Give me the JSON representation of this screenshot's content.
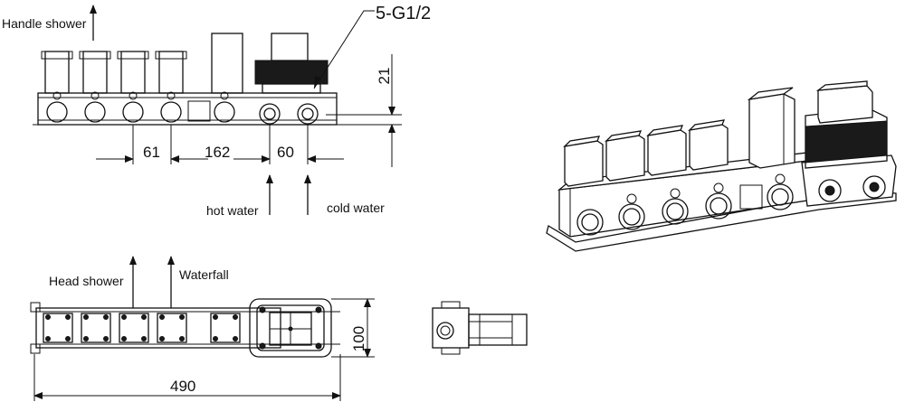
{
  "labels": {
    "handle_shower": "Handle shower",
    "connection": "5-G1/2",
    "hot_water": "hot water",
    "cold_water": "cold water",
    "head_shower": "Head shower",
    "waterfall": "Waterfall"
  },
  "dimensions": {
    "height_21": "21",
    "width_61": "61",
    "width_162": "162",
    "width_60": "60",
    "depth_100": "100",
    "length_490": "490"
  }
}
